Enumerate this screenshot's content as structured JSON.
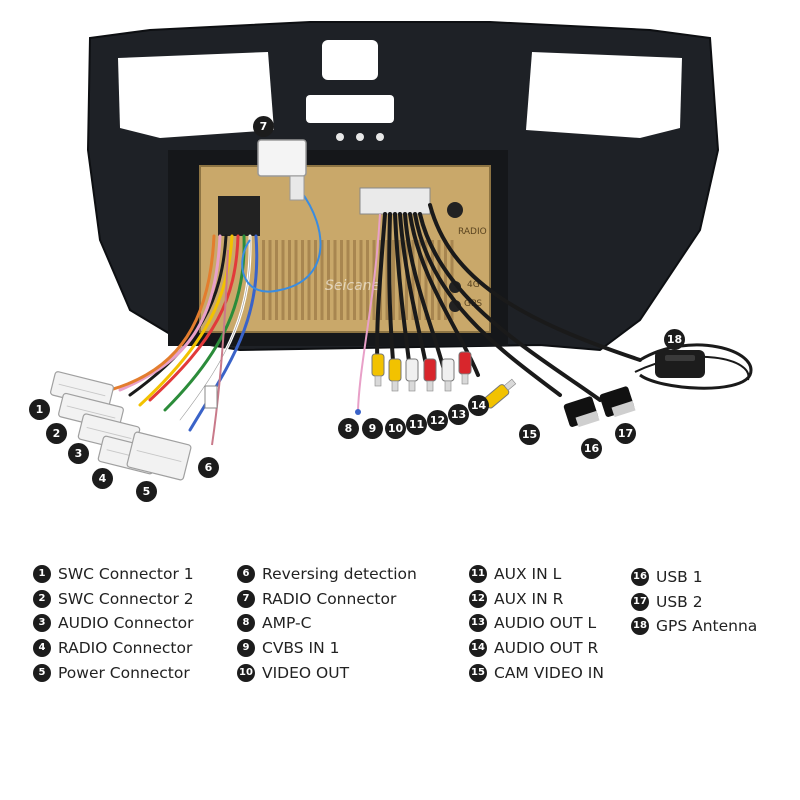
{
  "watermark": "Seicane",
  "panel_labels": {
    "radio": "RADIO",
    "g4": "4G",
    "gps": "GPS"
  },
  "colors": {
    "frame": "#1e2126",
    "gold_panel": "#c9a86a",
    "wire_black": "#1a1a1a",
    "rca_yellow": "#f2c200",
    "rca_red": "#d8262c",
    "rca_white": "#f0f0f0"
  },
  "callouts": [
    {
      "num": "1",
      "label": "SWC Connector 1"
    },
    {
      "num": "2",
      "label": "SWC Connector 2"
    },
    {
      "num": "3",
      "label": "AUDIO Connector"
    },
    {
      "num": "4",
      "label": "RADIO Connector"
    },
    {
      "num": "5",
      "label": "Power Connector"
    },
    {
      "num": "6",
      "label": "Reversing detection"
    },
    {
      "num": "7",
      "label": "RADIO Connector"
    },
    {
      "num": "8",
      "label": "AMP-C"
    },
    {
      "num": "9",
      "label": "CVBS IN 1"
    },
    {
      "num": "10",
      "label": "VIDEO OUT"
    },
    {
      "num": "11",
      "label": "AUX IN L"
    },
    {
      "num": "12",
      "label": "AUX IN R"
    },
    {
      "num": "13",
      "label": "AUDIO OUT L"
    },
    {
      "num": "14",
      "label": "AUDIO OUT R"
    },
    {
      "num": "15",
      "label": "CAM VIDEO IN"
    },
    {
      "num": "16",
      "label": "USB 1"
    },
    {
      "num": "17",
      "label": "USB 2"
    },
    {
      "num": "18",
      "label": "GPS Antenna"
    }
  ]
}
